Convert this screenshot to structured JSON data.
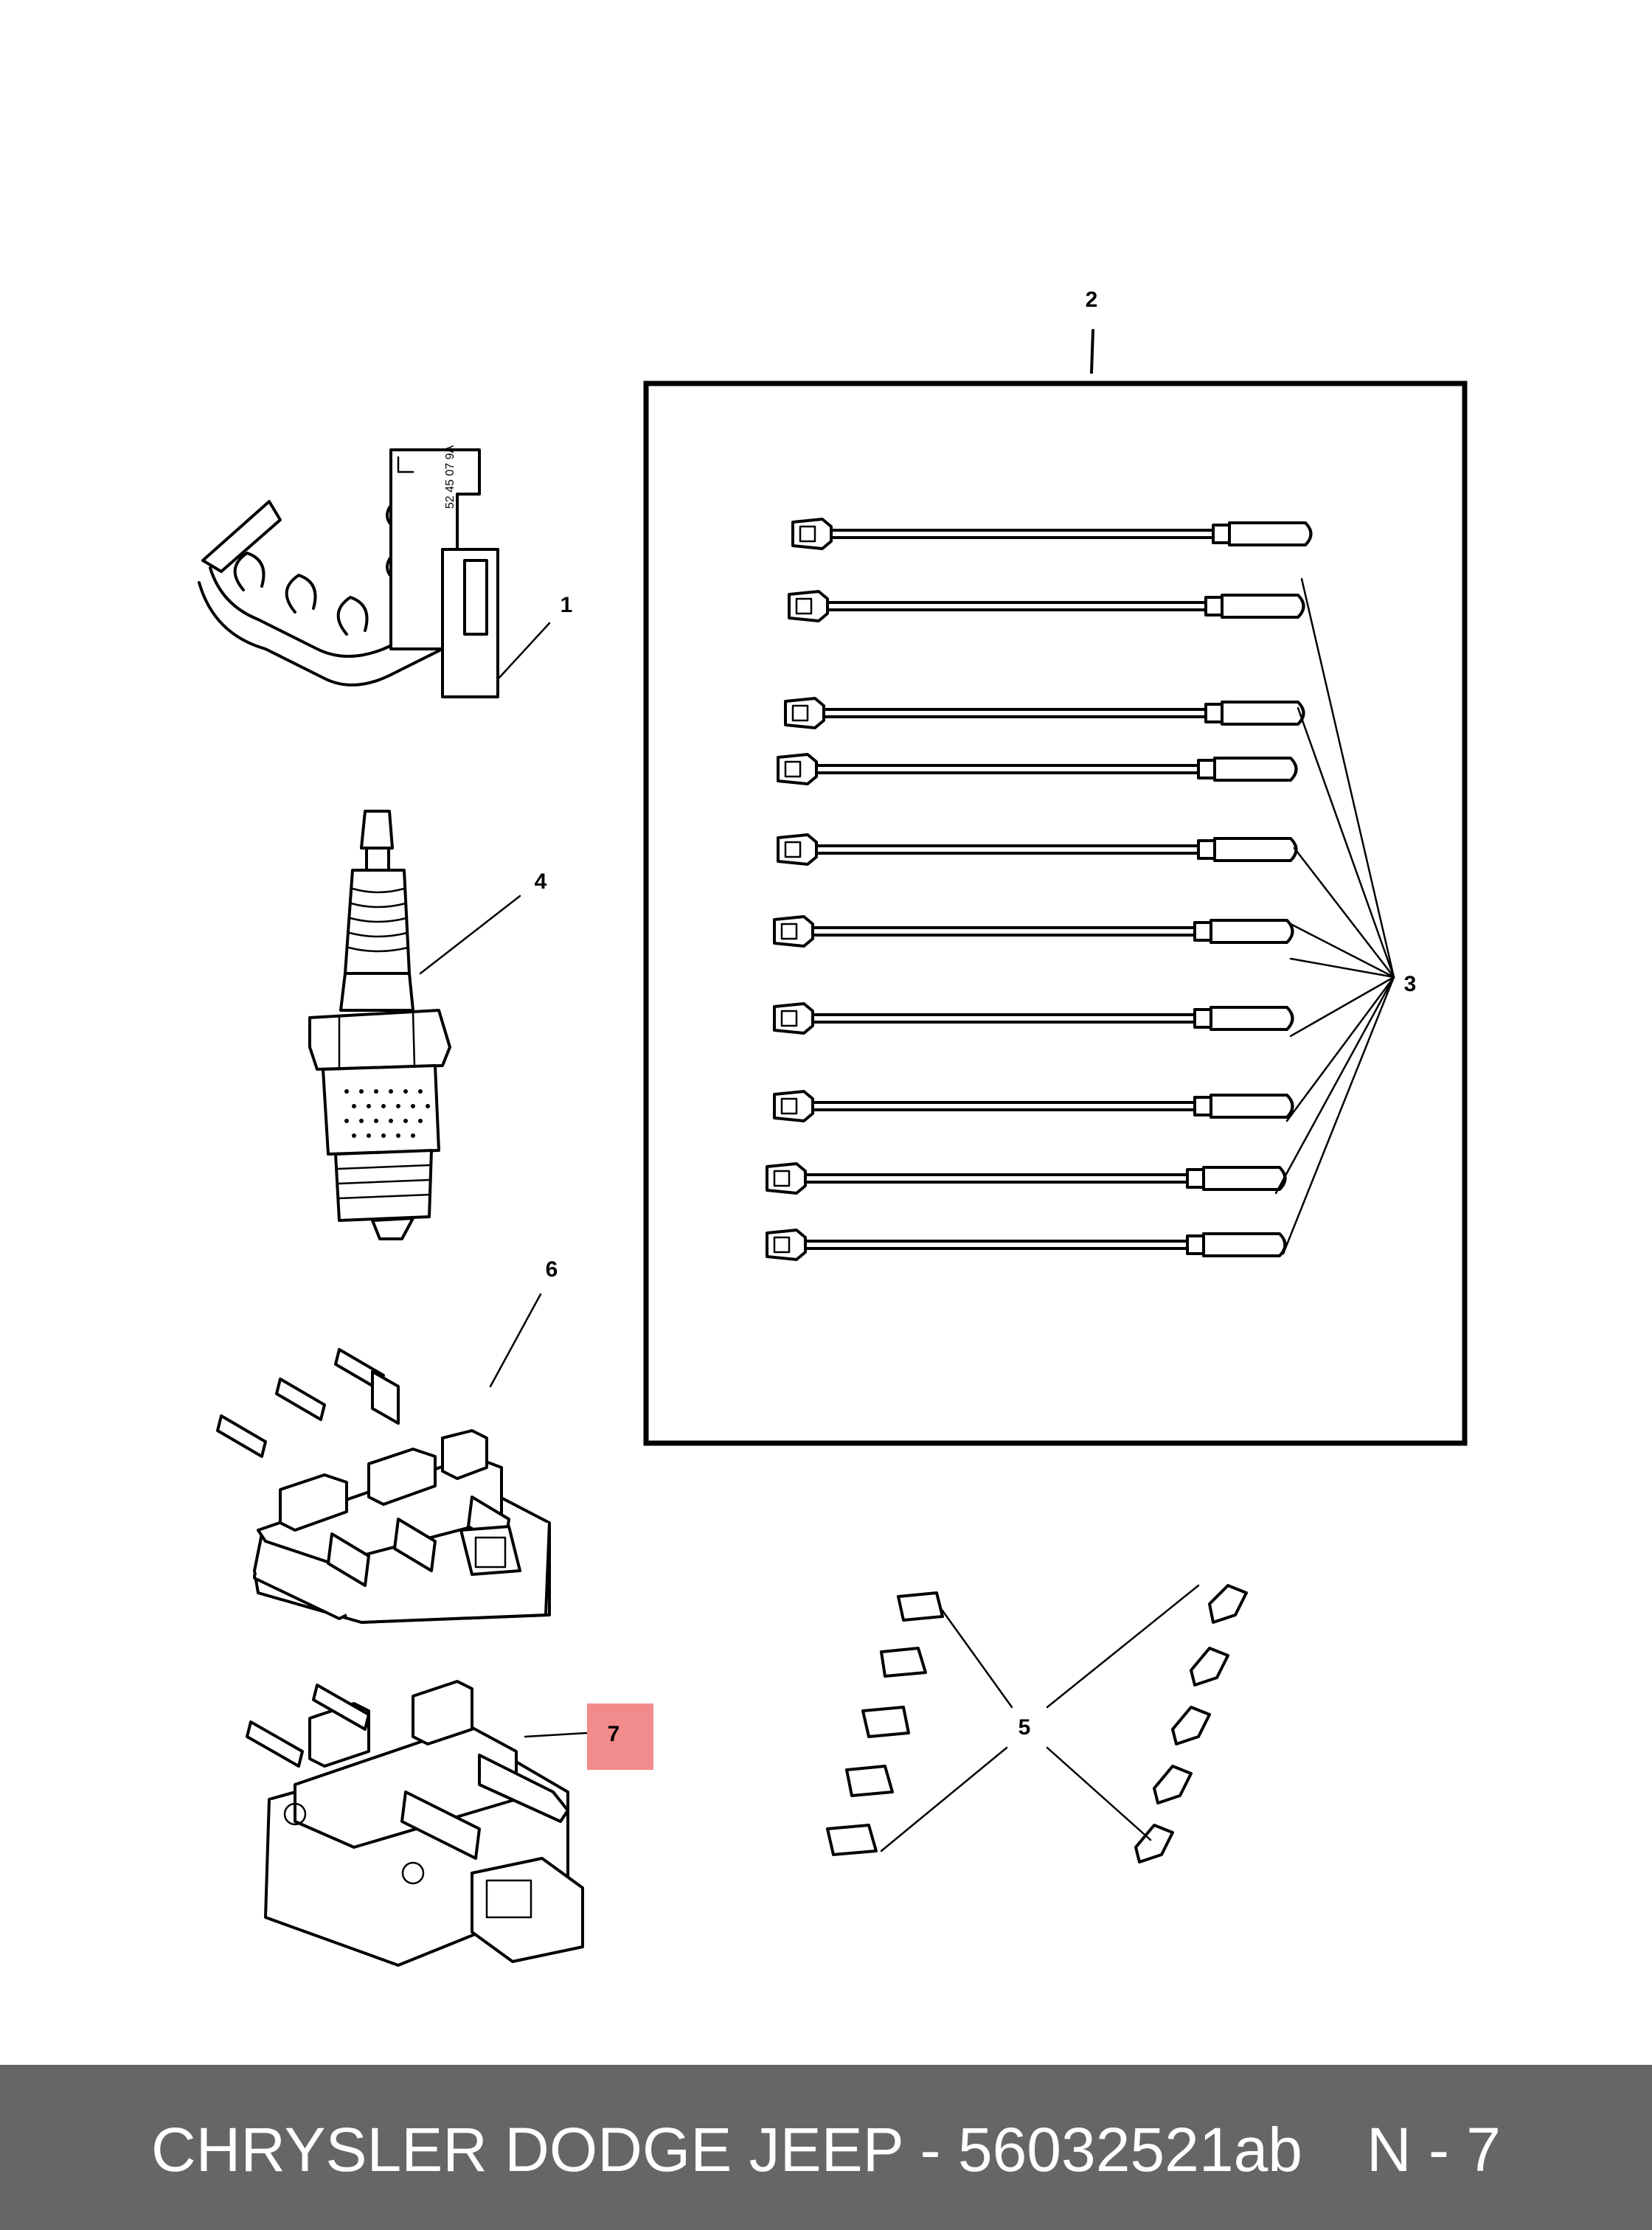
{
  "diagram": {
    "callouts": {
      "c1": "1",
      "c2": "2",
      "c3": "3",
      "c4": "4",
      "c5": "5",
      "c6": "6",
      "c7": "7"
    },
    "highlight_color": "#f28b8b",
    "parts": {
      "p1": "wire-separator-clip",
      "p2": "ignition-wire-set",
      "p3": "spark-plug-cable",
      "p4": "spark-plug",
      "p5": "cable-terminal-boots",
      "p6": "ignition-coil-pack-6",
      "p7": "ignition-coil-pack-4"
    }
  },
  "footer": {
    "title": "CHRYSLER DODGE JEEP - 56032521ab",
    "ref": "N - 7",
    "background": "#666666"
  }
}
